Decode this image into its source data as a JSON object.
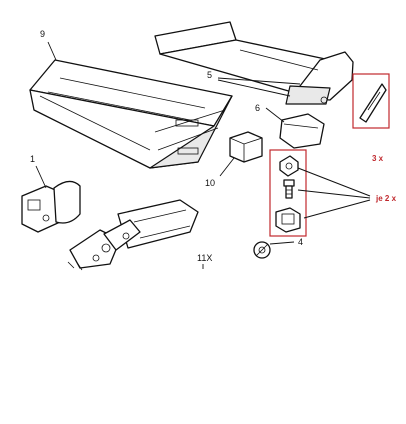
{
  "colors": {
    "ink": "#111111",
    "highlight": "#c0282d",
    "background": "#ffffff"
  },
  "callouts": {
    "c1": "1",
    "c4": "4",
    "c5": "5",
    "c6": "6",
    "c9": "9",
    "c10": "10",
    "c11x": "11X"
  },
  "annotations": {
    "quantity_3x": "3 x",
    "quantity_je2x": "je 2 x"
  }
}
